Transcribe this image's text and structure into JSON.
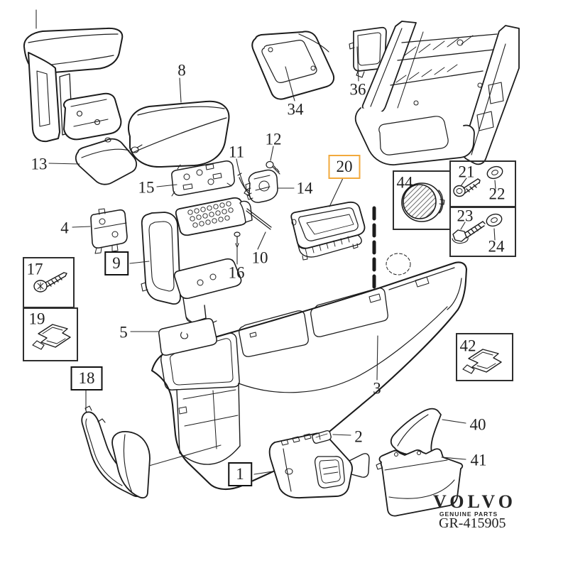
{
  "doc": {
    "type": "exploded-parts-diagram",
    "subject": "center console assembly",
    "brand": "VOLVO",
    "brand_tagline": "GENUINE PARTS",
    "drawing_number": "GR-415905"
  },
  "colors": {
    "line": "#1c1c1c",
    "highlight_box": "#F2A93C",
    "label_box": "#111111",
    "legend_border": "#2e2e2e"
  },
  "highlighted_part": "20",
  "labels": {
    "p1": "1",
    "p2": "2",
    "p3": "3",
    "p4": "4",
    "p5": "5",
    "p8": "8",
    "p9": "9",
    "p10": "10",
    "p11": "11",
    "p12": "12",
    "p13": "13",
    "p14": "14",
    "p15": "15",
    "p16": "16",
    "p17": "17",
    "p18": "18",
    "p19": "19",
    "p20": "20",
    "p21": "21",
    "p22": "22",
    "p23": "23",
    "p24": "24",
    "p34": "34",
    "p36": "36",
    "p40": "40",
    "p41": "41",
    "p42": "42",
    "p44": "44"
  }
}
